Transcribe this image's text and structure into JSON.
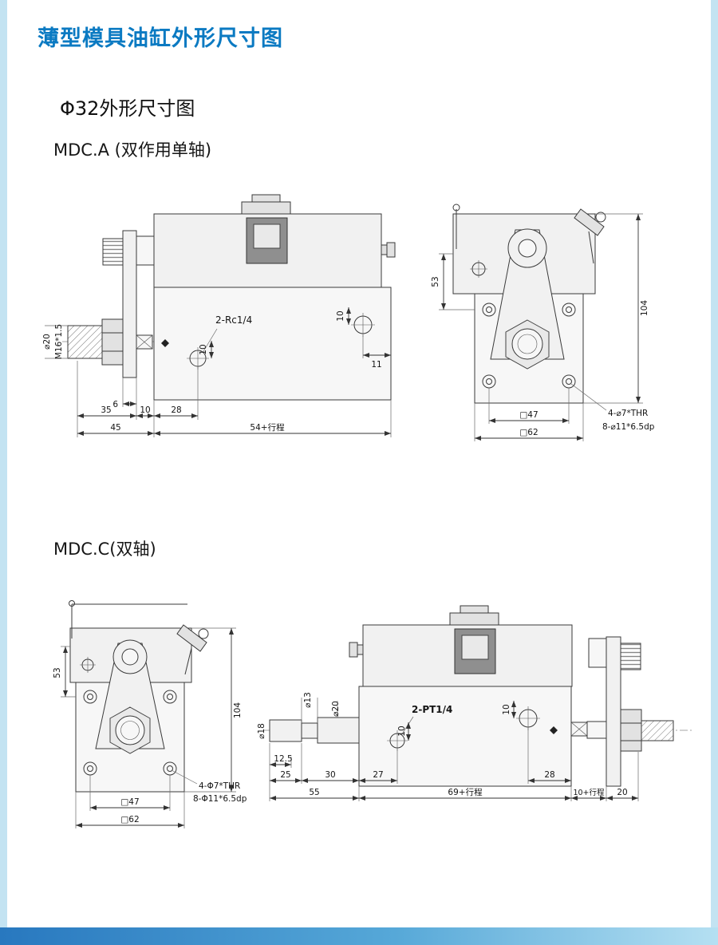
{
  "page": {
    "title": "薄型模具油缸外形尺寸图",
    "phi32_heading": "Φ32外形尺寸图",
    "mdca_heading": "MDC.A (双作用单轴)",
    "mdcc_heading": "MDC.C(双轴)"
  },
  "colors": {
    "accent": "#0b7ac2",
    "edge_strip": "#c3e3f2",
    "footer_gradient_start": "#2878bf",
    "footer_gradient_end": "#b5e0f2",
    "drawing_line": "#3a3a3a"
  },
  "mdca_side": {
    "port": "2-Rc1/4",
    "dim10_port": "10",
    "dim10_right": "10",
    "dim11": "11",
    "dia20": "⌀20",
    "thread": "M16*1.5",
    "dim6": "6",
    "dim35": "35",
    "dim10_flange": "10",
    "dim28": "28",
    "dim45": "45",
    "dim54": "54+行程"
  },
  "mdca_front": {
    "dim53": "53",
    "dim104": "104",
    "sq47": "□47",
    "sq62": "□62",
    "thr4": "4-⌀7*THR",
    "cbore8": "8-⌀11*6.5dp"
  },
  "mdcc_front": {
    "dim53": "53",
    "dim104": "104",
    "sq47": "□47",
    "sq62": "□62",
    "thr4": "4-Φ7*THR",
    "cbore8": "8-Φ11*6.5dp"
  },
  "mdcc_side": {
    "dia18": "⌀18",
    "dia13": "⌀13",
    "dia20": "⌀20",
    "dim125": "12.5",
    "dim25": "25",
    "dim30": "30",
    "dim27": "27",
    "port": "2-PT1/4",
    "dim10_port": "10",
    "dim10_right": "10",
    "dim28": "28",
    "dim55": "55",
    "dim69": "69+行程",
    "dim10s": "10+行程",
    "dim20": "20"
  }
}
